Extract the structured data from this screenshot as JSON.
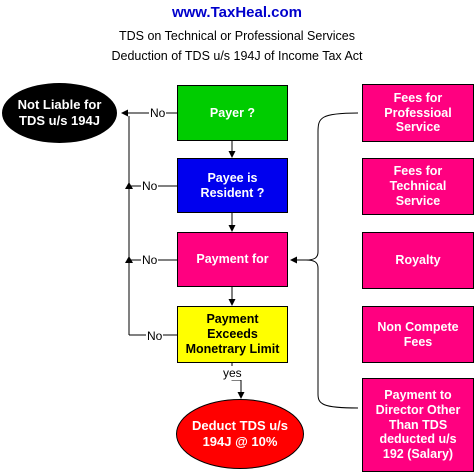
{
  "header": {
    "site": "www.TaxHeal.com",
    "subtitle_1": "TDS on Technical or Professional  Services",
    "subtitle_2": "Deduction of TDS u/s 194J of Income Tax Act"
  },
  "flow": {
    "payer": "Payer ?",
    "payee_resident": "Payee is\nResident ?",
    "payment_for": "Payment for",
    "exceeds_limit": "Payment\nExceeds\nMonetrary Limit",
    "not_liable": "Not Liable for\nTDS u/s 194J",
    "deduct": "Deduct TDS u/s\n194J  @ 10%"
  },
  "edges": {
    "no_1": "No",
    "no_2": "No",
    "no_3": "No",
    "no_4": "No",
    "yes": "yes"
  },
  "payment_types": [
    "Fees for\nProfessioal\nService",
    "Fees for\nTechnical\nService",
    "Royalty",
    "Non Compete\nFees",
    "Payment to\nDirector Other\nThan TDS\ndeducted  u/s\n192 (Salary)"
  ],
  "colors": {
    "payer": "#00cc00",
    "payee_resident": "#0000ee",
    "payment_for": "#ff0080",
    "exceeds_limit": "#ffff00",
    "not_liable": "#000000",
    "deduct": "#ff0000",
    "payment_types": "#ff0080",
    "site": "#0000cc"
  }
}
